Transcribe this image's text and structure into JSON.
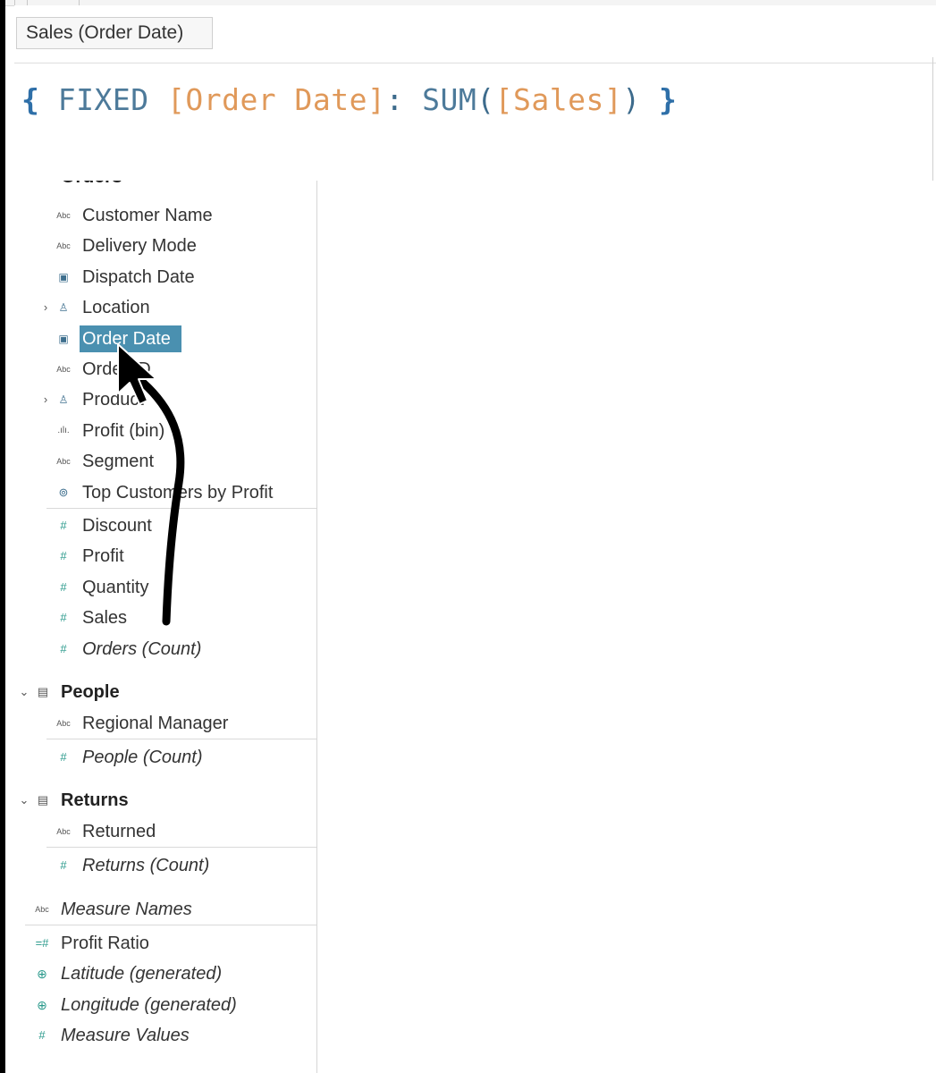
{
  "calc_editor": {
    "calc_name": "Sales (Order Date)",
    "formula": {
      "open_brace": "{",
      "keyword": "FIXED",
      "dimension": "[Order Date]",
      "colon": ":",
      "function": "SUM",
      "open_paren": "(",
      "measure": "[Sales]",
      "close_paren": ")",
      "close_brace": "}"
    }
  },
  "data_pane": {
    "orders_header": "Orders",
    "orders_dimensions": [
      {
        "label": "Customer Name",
        "icon": "abc-icon",
        "glyph": "Abc"
      },
      {
        "label": "Delivery Mode",
        "icon": "abc-icon",
        "glyph": "Abc"
      },
      {
        "label": "Dispatch Date",
        "icon": "calendar-icon",
        "glyph": "▣"
      },
      {
        "label": "Location",
        "icon": "hierarchy-icon",
        "glyph": "♙"
      },
      {
        "label": "Order Date",
        "icon": "calendar-icon",
        "glyph": "▣"
      },
      {
        "label": "Order ID",
        "icon": "abc-icon",
        "glyph": "Abc"
      },
      {
        "label": "Product",
        "icon": "hierarchy-icon",
        "glyph": "♙"
      },
      {
        "label": "Profit (bin)",
        "icon": "bin-icon",
        "glyph": ".ılı."
      },
      {
        "label": "Segment",
        "icon": "abc-icon",
        "glyph": "Abc"
      },
      {
        "label": "Top Customers by Profit",
        "icon": "set-icon",
        "glyph": "⊚"
      }
    ],
    "orders_measures": [
      {
        "label": "Discount",
        "icon": "hash-icon",
        "glyph": "#"
      },
      {
        "label": "Profit",
        "icon": "hash-icon",
        "glyph": "#"
      },
      {
        "label": "Quantity",
        "icon": "hash-icon",
        "glyph": "#"
      },
      {
        "label": "Sales",
        "icon": "hash-icon",
        "glyph": "#"
      },
      {
        "label": "Orders (Count)",
        "icon": "hash-icon",
        "glyph": "#"
      }
    ],
    "people_header": "People",
    "people_dimensions": [
      {
        "label": "Regional Manager",
        "icon": "abc-icon",
        "glyph": "Abc"
      }
    ],
    "people_measures": [
      {
        "label": "People (Count)",
        "icon": "hash-icon",
        "glyph": "#"
      }
    ],
    "returns_header": "Returns",
    "returns_dimensions": [
      {
        "label": "Returned",
        "icon": "abc-icon",
        "glyph": "Abc"
      }
    ],
    "returns_measures": [
      {
        "label": "Returns (Count)",
        "icon": "hash-icon",
        "glyph": "#"
      }
    ],
    "global_dimensions": [
      {
        "label": "Measure Names",
        "icon": "abc-icon",
        "glyph": "Abc"
      }
    ],
    "global_measures": [
      {
        "label": "Profit Ratio",
        "icon": "calc-hash-icon",
        "glyph": "=#"
      },
      {
        "label": "Latitude (generated)",
        "icon": "globe-icon",
        "glyph": "⊕"
      },
      {
        "label": "Longitude (generated)",
        "icon": "globe-icon",
        "glyph": "⊕"
      },
      {
        "label": "Measure Values",
        "icon": "hash-icon",
        "glyph": "#"
      }
    ],
    "chevron_expanded": "⌄",
    "chevron_collapsed": "›",
    "table_glyph": "▤"
  },
  "colors": {
    "selection": "#4a90b0",
    "field_orange": "#e0995a",
    "function_blue": "#4d7a9a",
    "brace_blue": "#2e6fa8",
    "measure_teal": "#2b9a8c"
  }
}
